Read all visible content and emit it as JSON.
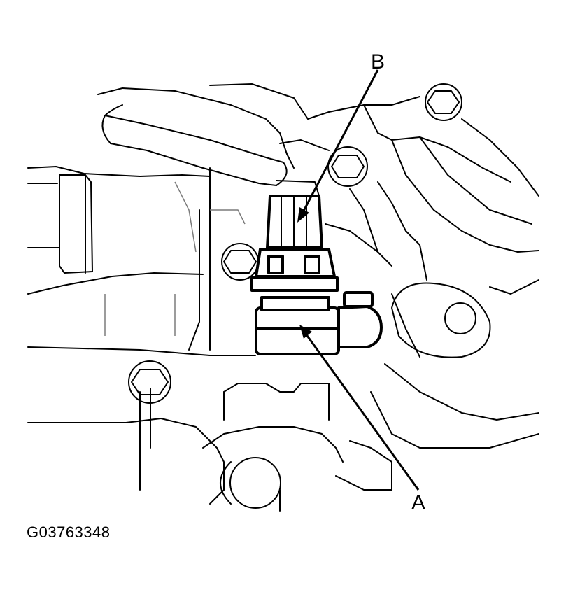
{
  "diagram": {
    "label_a": "A",
    "label_b": "B",
    "figure_code": "G03763348"
  },
  "colors": {
    "ink": "#000000",
    "paper": "#ffffff"
  }
}
